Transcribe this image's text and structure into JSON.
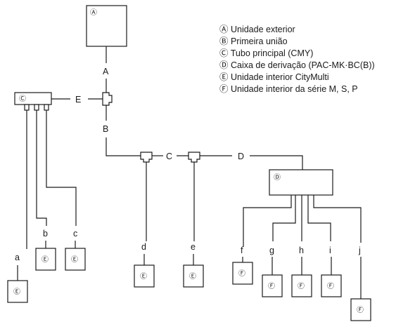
{
  "legend": [
    "Ⓐ Unidade exterior",
    "Ⓑ Primeira união",
    "Ⓒ Tubo principal (CMY)",
    "Ⓓ Caixa de derivação (PAC-MK·BC(B))",
    "Ⓔ Unidade interior CityMulti",
    "Ⓕ Unidade interior da série M, S, P"
  ],
  "symbols": {
    "A": "Ⓐ",
    "C": "Ⓒ",
    "D": "Ⓓ",
    "E": "Ⓔ",
    "F": "Ⓕ"
  },
  "pipes": {
    "A": "A",
    "B": "B",
    "C": "C",
    "D": "D",
    "E": "E",
    "a": "a",
    "b": "b",
    "c": "c",
    "d": "d",
    "e": "e",
    "f": "f",
    "g": "g",
    "h": "h",
    "i": "i",
    "j": "j"
  }
}
